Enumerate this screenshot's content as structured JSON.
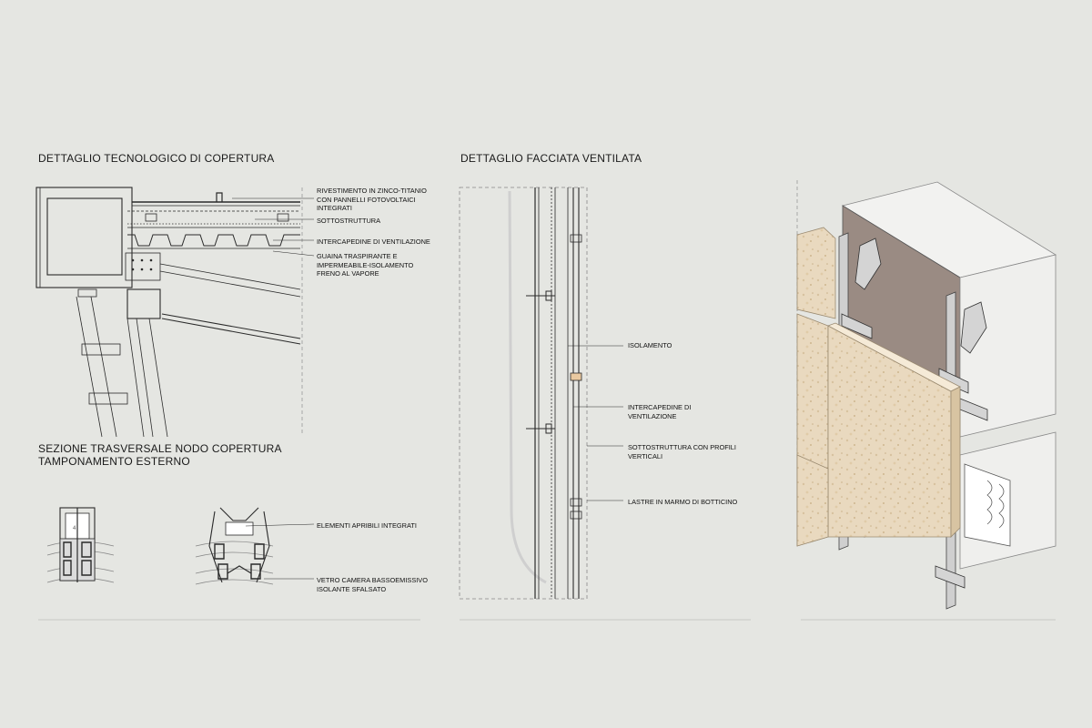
{
  "colors": {
    "background": "#e5e6e2",
    "line": "#2a2a2a",
    "wall": "#9a8b83",
    "marble": "#e9d9bf",
    "bracket": "#c9c9c9"
  },
  "roof_detail": {
    "title": "DETTAGLIO TECNOLOGICO DI COPERTURA",
    "labels": [
      [
        "RIVESTIMENTO IN ZINCO-TITANIO",
        "CON PANNELLI FOTOVOLTAICI",
        "INTEGRATI"
      ],
      [
        "SOTTOSTRUTTURA"
      ],
      [
        "INTERCAPEDINE DI VENTILAZIONE"
      ],
      [
        "GUAINA TRASPIRANTE E",
        "IMPERMEABILE-ISOLAMENTO",
        "FRENO AL VAPORE"
      ]
    ]
  },
  "section_detail": {
    "title_line1": "SEZIONE TRASVERSALE NODO COPERTURA",
    "title_line2": "TAMPONAMENTO ESTERNO",
    "labels": [
      [
        "ELEMENTI APRIBILI INTEGRATI"
      ],
      [
        "VETRO CAMERA BASSOEMISSIVO",
        "ISOLANTE SFALSATO"
      ]
    ]
  },
  "facade_detail": {
    "title": "DETTAGLIO FACCIATA VENTILATA",
    "labels": [
      [
        "ISOLAMENTO"
      ],
      [
        "INTERCAPEDINE DI",
        "VENTILAZIONE"
      ],
      [
        "SOTTOSTRUTTURA CON PROFILI",
        "VERTICALI"
      ],
      [
        "LASTRE IN MARMO DI BOTTICINO"
      ]
    ]
  }
}
